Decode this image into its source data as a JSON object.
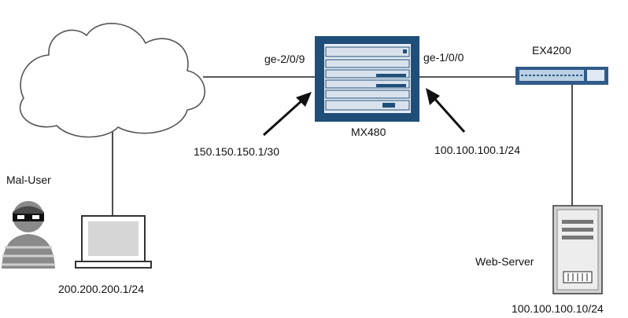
{
  "diagram": {
    "labels": {
      "mx_interface_left": "ge-2/0/9",
      "mx_interface_right": "ge-1/0/0",
      "switch_name": "EX4200",
      "router_name": "MX480",
      "left_ip": "150.150.150.1/30",
      "right_ip": "100.100.100.1/24",
      "mal_user": "Mal-User",
      "laptop_ip": "200.200.200.1/24",
      "web_server": "Web-Server",
      "server_ip": "100.100.100.10/24"
    },
    "icons": {
      "cloud": "internet-cloud-icon",
      "router": "router-chassis-icon",
      "switch": "network-switch-icon",
      "laptop": "laptop-icon",
      "user": "masked-hacker-icon",
      "server": "server-tower-icon"
    },
    "colors": {
      "router_blue": "#1f4e79",
      "router_panel": "#d9e2ec",
      "switch_blue": "#2f5b8a",
      "line": "#222222",
      "hacker_gray": "#8a8a8a"
    }
  }
}
